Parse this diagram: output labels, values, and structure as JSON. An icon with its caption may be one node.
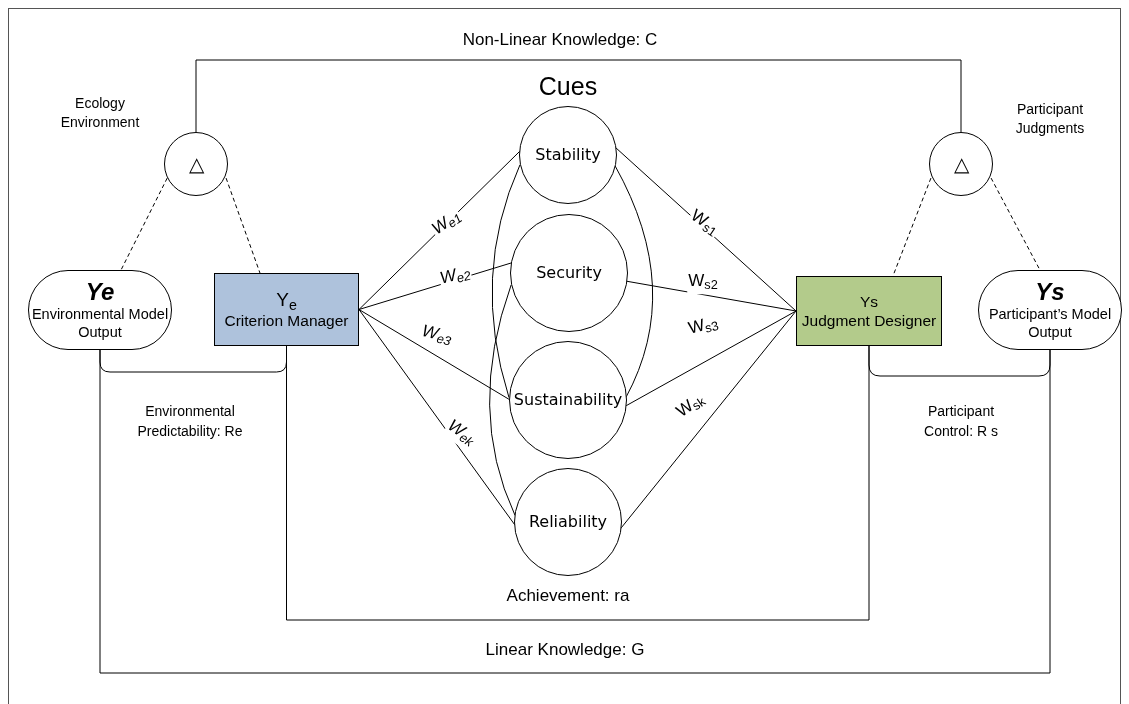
{
  "diagram": {
    "nodes": [
      {
        "text": [
          "△"
        ],
        "beside": [
          "Ecology Environment"
        ]
      },
      {
        "text": [
          "△"
        ],
        "beside": [
          "Participant Judgments"
        ]
      },
      {
        "text": [
          "Ye",
          "Environmental Model Output"
        ]
      },
      {
        "text": [
          "Y$_{e}$",
          "Criterion Manager"
        ]
      },
      {
        "text": [
          "Stability"
        ]
      },
      {
        "text": [
          "Security"
        ]
      },
      {
        "text": [
          "Sustainability"
        ]
      },
      {
        "text": [
          "Reliability"
        ]
      },
      {
        "text": [
          "Ys",
          "Judgment Designer"
        ]
      },
      {
        "text": [
          "Ys",
          "Participant’s Model Output"
        ]
      }
    ],
    "edges": [
      {
        "from": 0,
        "to": 1,
        "arrow": "none",
        "label": "Non-Linear Knowledge: C"
      },
      {
        "from": 0,
        "to": 2,
        "arrow": "none",
        "style": "dashed"
      },
      {
        "from": 0,
        "to": 3,
        "arrow": "none",
        "style": "dashed"
      },
      {
        "from": 1,
        "to": 8,
        "arrow": "none",
        "style": "dashed"
      },
      {
        "from": 1,
        "to": 9,
        "arrow": "none",
        "style": "dashed"
      },
      {
        "from": 3,
        "to": 4,
        "arrow": "none",
        "label": "W$_{e1}$"
      },
      {
        "from": 3,
        "to": 5,
        "arrow": "none",
        "label": "W$_{e2}$"
      },
      {
        "from": 3,
        "to": 6,
        "arrow": "none",
        "label": "W$_{e3}$"
      },
      {
        "from": 3,
        "to": 7,
        "arrow": "none",
        "label": "W$_{ek}$"
      },
      {
        "from": 8,
        "to": 4,
        "arrow": "none",
        "label": "W$_{s1}$"
      },
      {
        "from": 8,
        "to": 5,
        "arrow": "none",
        "label": "W$_{s2}$"
      },
      {
        "from": 8,
        "to": 6,
        "arrow": "none",
        "label": "W$_{s3}$"
      },
      {
        "from": 8,
        "to": 7,
        "arrow": "none",
        "label": "W$_{sk}$"
      },
      {
        "from": 4,
        "to": 6,
        "arrow": "none"
      },
      {
        "from": 5,
        "to": 7,
        "arrow": "none"
      },
      {
        "from": 4,
        "to": 6,
        "arrow": "none"
      },
      {
        "from": 2,
        "to": 3,
        "arrow": "none",
        "label": "Environmental Predictability: Re"
      },
      {
        "from": 8,
        "to": 9,
        "arrow": "none",
        "label": "Participant Control: R s"
      },
      {
        "from": 3,
        "to": 8,
        "arrow": "none",
        "label": "Achievement: ra"
      },
      {
        "from": 2,
        "to": 9,
        "arrow": "none",
        "label": "Linear Knowledge: G"
      }
    ],
    "labels": [
      "Cues"
    ]
  }
}
